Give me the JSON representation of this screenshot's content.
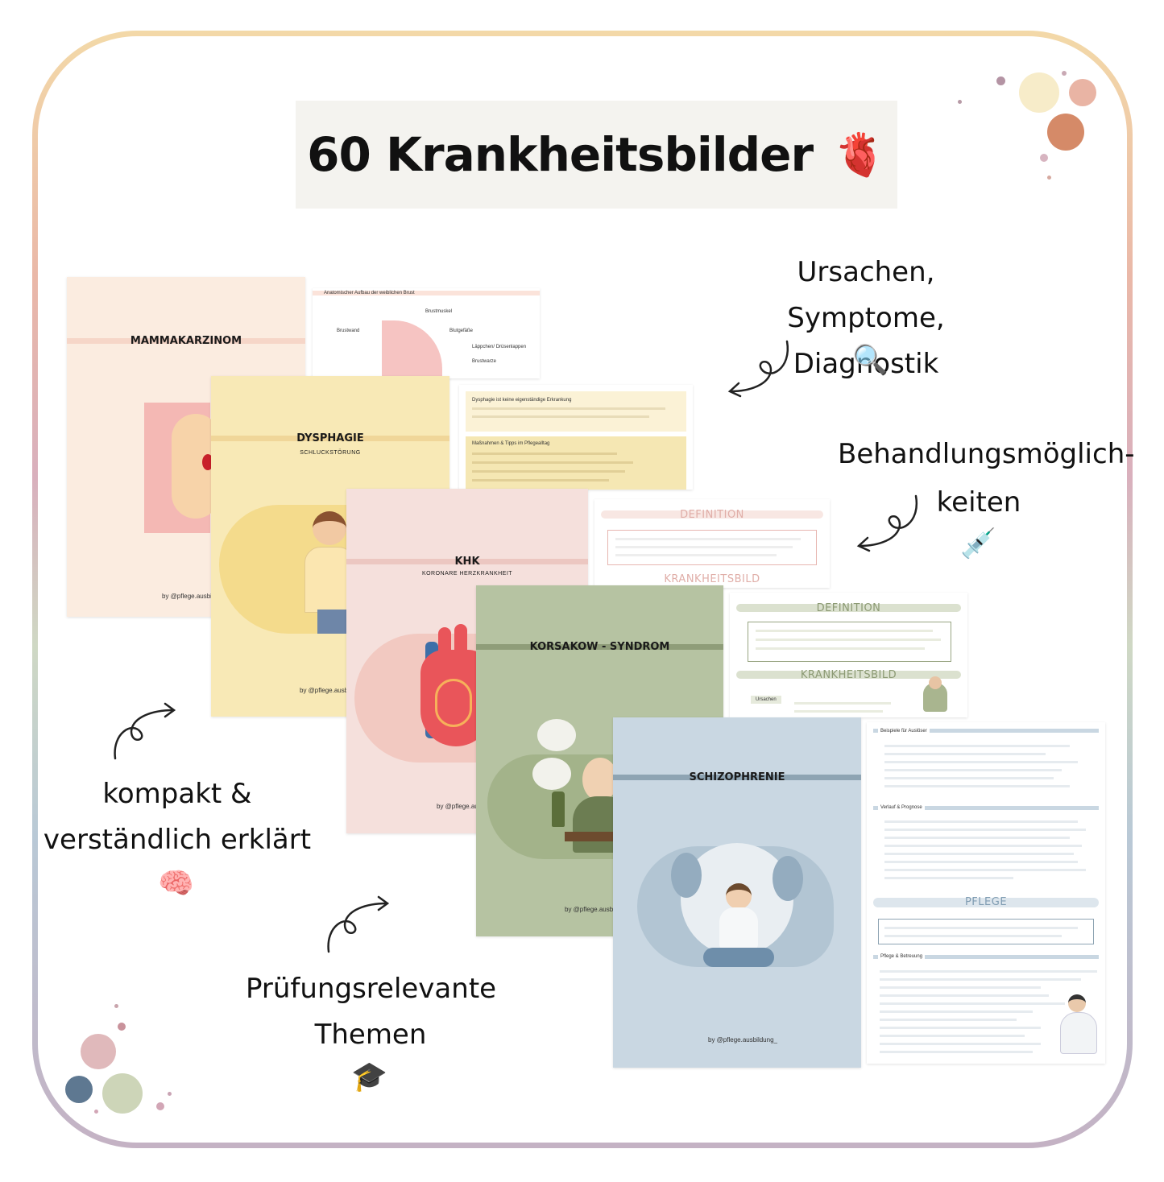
{
  "title": "60 Krankheitsbilder",
  "features": {
    "causes_line1": "Ursachen, Symptome,",
    "causes_line2": "Diagnostik",
    "treatment_line1": "Behandlungsmöglich-",
    "treatment_line2": "keiten",
    "compact_line1": "kompakt &",
    "compact_line2": "verständlich erklärt",
    "exam_line1": "Prüfungsrelevante",
    "exam_line2": "Themen"
  },
  "icons": {
    "title": "anatomical-heart",
    "causes": "magnifier",
    "treatment": "syringe",
    "compact": "brain",
    "exam": "graduation-cap"
  },
  "cards": [
    {
      "title": "MAMMAKARZINOM",
      "subtitle": "",
      "by": "by @pflege.ausbildun",
      "bg": "#fbece0",
      "band": "#f6d6c8"
    },
    {
      "title": "DYSPHAGIE",
      "subtitle": "SCHLUCKSTÖRUNG",
      "by": "by @pflege.ausbild",
      "bg": "#f8e9b6",
      "band": "#f0d699"
    },
    {
      "title": "KHK",
      "subtitle": "KORONARE HERZKRANKHEIT",
      "by": "by @pflege.ausbi",
      "bg": "#f5e0dc",
      "band": "#ecc7c1"
    },
    {
      "title": "KORSAKOW - SYNDROM",
      "subtitle": "",
      "by": "by @pflege.ausbild",
      "bg": "#b6c3a2",
      "band": "#8f9d79"
    },
    {
      "title": "SCHIZOPHRENIE",
      "subtitle": "",
      "by": "by @pflege.ausbildung_",
      "bg": "#c9d7e2",
      "band": "#8ea4b3"
    }
  ],
  "pages": {
    "breast_caption": "Anatomischer Aufbau der weiblichen Brust",
    "breast_labels": [
      "Brustmuskel",
      "Brustwand",
      "Blutgefäße",
      "Läppchen/ Drüsenlappen",
      "Brustwarze"
    ],
    "dysphagia_intro": "Dysphagie ist keine eigenständige Erkrankung",
    "dysphagia_tips": "Maßnahmen & Tipps im Pflegealltag",
    "khk_definition": "DEFINITION",
    "khk_krankheitsbild": "KRANKHEITSBILD",
    "korsakow_definition": "DEFINITION",
    "korsakow_krankheitsbild": "KRANKHEITSBILD",
    "korsakow_ursachen": "Ursachen",
    "schizo_ausloeser": "Beispiele für Auslöser",
    "schizo_verlauf": "Verlauf & Prognose",
    "schizo_pflege": "PFLEGE",
    "schizo_betreuung": "Pflege & Betreuung"
  },
  "colors": {
    "frame_top": "#f3d9a8",
    "frame_bottom": "#c4b2c4",
    "title_bg": "#f4f3ef"
  }
}
